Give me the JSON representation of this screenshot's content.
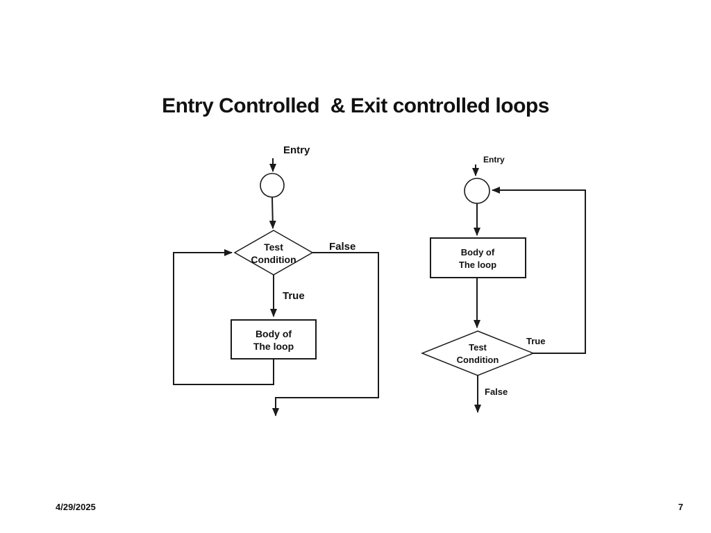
{
  "slide": {
    "title": "Entry Controlled  & Exit controlled loops",
    "footer_date": "4/29/2025",
    "page_number": "7"
  },
  "left_flowchart": {
    "entry_label": "Entry",
    "test_condition": {
      "line1": "Test",
      "line2": "Condition"
    },
    "false_label": "False",
    "true_label": "True",
    "body": {
      "line1": "Body of",
      "line2": "The loop"
    }
  },
  "right_flowchart": {
    "entry_label": "Entry",
    "body": {
      "line1": "Body of",
      "line2": "The loop"
    },
    "test_condition": {
      "line1": "Test",
      "line2": "Condition"
    },
    "true_label": "True",
    "false_label": "False"
  },
  "colors": {
    "background": "#ffffff",
    "line": "#1a1a1a",
    "text": "#111111"
  }
}
